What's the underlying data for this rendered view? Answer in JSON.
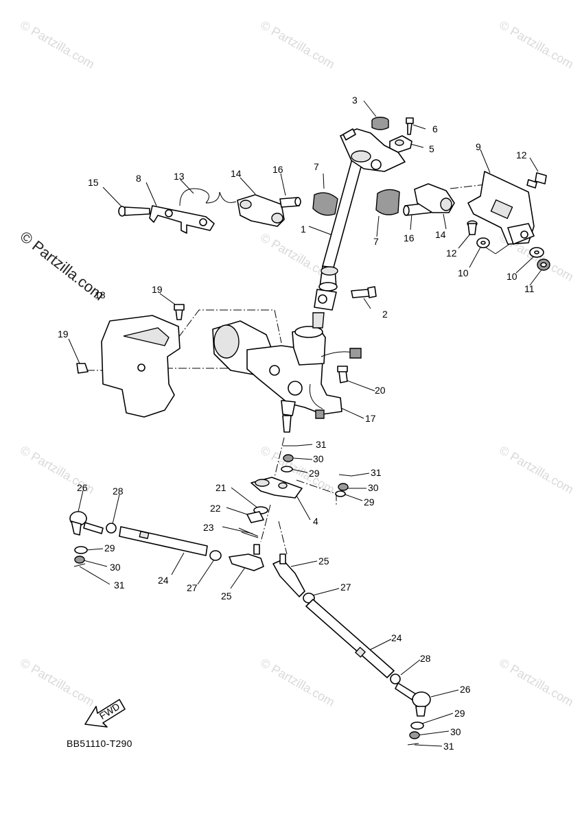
{
  "watermark": "© Partzilla.com",
  "diagram_code": "BB51110-T290",
  "fwd_label": "FWD",
  "callouts": [
    "1",
    "2",
    "3",
    "4",
    "5",
    "6",
    "7",
    "7",
    "8",
    "9",
    "10",
    "10",
    "11",
    "12",
    "12",
    "13",
    "14",
    "14",
    "15",
    "16",
    "16",
    "17",
    "18",
    "19",
    "19",
    "20",
    "21",
    "22",
    "23",
    "24",
    "24",
    "25",
    "25",
    "26",
    "26",
    "27",
    "27",
    "28",
    "28",
    "29",
    "29",
    "29",
    "29",
    "30",
    "30",
    "30",
    "30",
    "31",
    "31",
    "31",
    "31"
  ]
}
